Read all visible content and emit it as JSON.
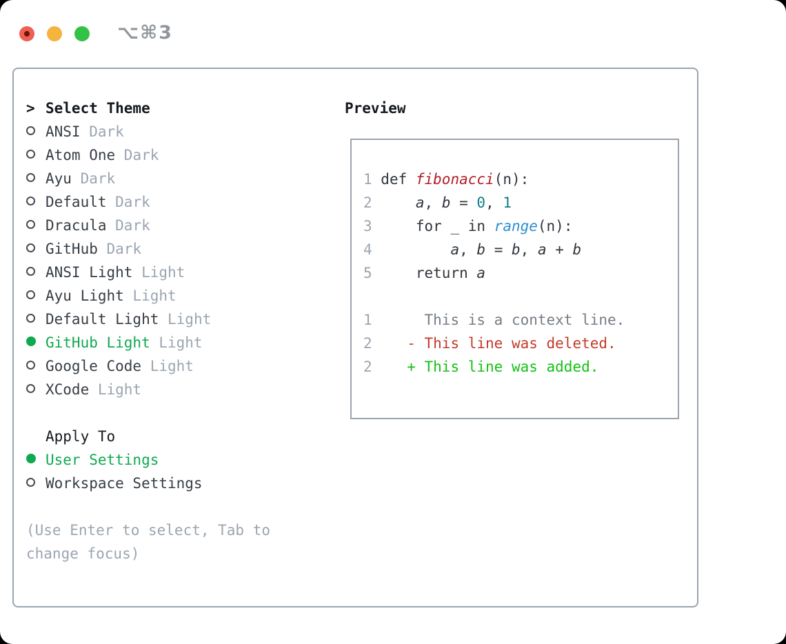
{
  "window": {
    "title": "⌥⌘3",
    "traffic_lights": [
      {
        "name": "close",
        "color": "#ef5f52"
      },
      {
        "name": "minimize",
        "color": "#f4b43d"
      },
      {
        "name": "zoom",
        "color": "#32c246"
      }
    ]
  },
  "colors": {
    "accent_green": "#0fa94f",
    "muted": "#9aa5b1",
    "panel_border": "#9aa4ae",
    "text_dark": "#363d44",
    "header_black": "#14181d",
    "diff_added": "#13c113",
    "diff_deleted": "#c43a2c",
    "diff_context": "#757d85",
    "code_func": "#b21d28",
    "code_number": "#0e7c86",
    "code_builtin": "#2b8fd0"
  },
  "icons": {
    "selection_cursor": ">",
    "radio_unselected": "circle-outline",
    "radio_selected": "circle-filled-green"
  },
  "theme_panel": {
    "cursor": ">",
    "header": "Select Theme",
    "themes": [
      {
        "name": "ANSI",
        "tag": "Dark",
        "selected": false
      },
      {
        "name": "Atom One",
        "tag": "Dark",
        "selected": false
      },
      {
        "name": "Ayu",
        "tag": "Dark",
        "selected": false
      },
      {
        "name": "Default",
        "tag": "Dark",
        "selected": false
      },
      {
        "name": "Dracula",
        "tag": "Dark",
        "selected": false
      },
      {
        "name": "GitHub",
        "tag": "Dark",
        "selected": false
      },
      {
        "name": "ANSI Light",
        "tag": "Light",
        "selected": false
      },
      {
        "name": "Ayu Light",
        "tag": "Light",
        "selected": false
      },
      {
        "name": "Default Light",
        "tag": "Light",
        "selected": false
      },
      {
        "name": "GitHub Light",
        "tag": "Light",
        "selected": true
      },
      {
        "name": "Google Code",
        "tag": "Light",
        "selected": false
      },
      {
        "name": "XCode",
        "tag": "Light",
        "selected": false
      }
    ],
    "apply_to": {
      "header": "Apply To",
      "options": [
        {
          "name": "User Settings",
          "selected": true
        },
        {
          "name": "Workspace Settings",
          "selected": false
        }
      ]
    },
    "hint": "(Use Enter to select, Tab to change focus)"
  },
  "preview": {
    "title": "Preview",
    "code_lines": [
      {
        "num": "1",
        "segments": [
          {
            "text": " def ",
            "style": "code"
          },
          {
            "text": "fibonacci",
            "style": "func"
          },
          {
            "text": "(n):",
            "style": "code"
          }
        ]
      },
      {
        "num": "2",
        "segments": [
          {
            "text": "     ",
            "style": "code"
          },
          {
            "text": "a",
            "style": "var"
          },
          {
            "text": ", ",
            "style": "code"
          },
          {
            "text": "b",
            "style": "var"
          },
          {
            "text": " = ",
            "style": "code"
          },
          {
            "text": "0",
            "style": "num"
          },
          {
            "text": ", ",
            "style": "code"
          },
          {
            "text": "1",
            "style": "num"
          }
        ]
      },
      {
        "num": "3",
        "segments": [
          {
            "text": "     for _ in ",
            "style": "code"
          },
          {
            "text": "range",
            "style": "builtin"
          },
          {
            "text": "(n):",
            "style": "code"
          }
        ]
      },
      {
        "num": "4",
        "segments": [
          {
            "text": "         ",
            "style": "code"
          },
          {
            "text": "a",
            "style": "var"
          },
          {
            "text": ", ",
            "style": "code"
          },
          {
            "text": "b",
            "style": "var"
          },
          {
            "text": " = ",
            "style": "code"
          },
          {
            "text": "b",
            "style": "var"
          },
          {
            "text": ", ",
            "style": "code"
          },
          {
            "text": "a",
            "style": "var"
          },
          {
            "text": " + ",
            "style": "code"
          },
          {
            "text": "b",
            "style": "var"
          }
        ]
      },
      {
        "num": "5",
        "segments": [
          {
            "text": "     return ",
            "style": "code"
          },
          {
            "text": "a",
            "style": "var"
          }
        ]
      },
      {
        "num": "",
        "segments": []
      },
      {
        "num": "1",
        "segments": [
          {
            "text": "      This is a context line.",
            "style": "context"
          }
        ]
      },
      {
        "num": "2",
        "segments": [
          {
            "text": "    - This line was deleted.",
            "style": "deleted"
          }
        ]
      },
      {
        "num": "2",
        "segments": [
          {
            "text": "    + This line was added.",
            "style": "added"
          }
        ]
      }
    ]
  }
}
